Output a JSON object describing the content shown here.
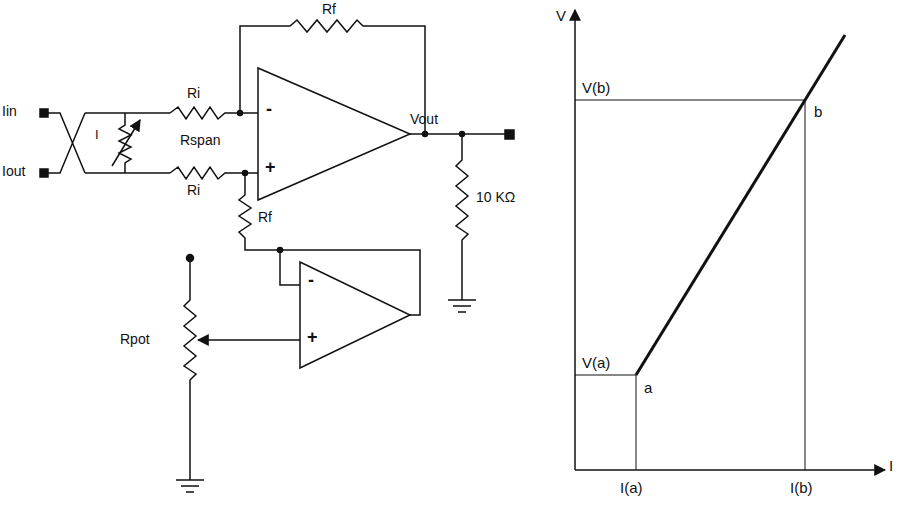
{
  "diagram": {
    "labels": [
      "Rf",
      "Iin",
      "Ri",
      "I",
      "Rspan",
      "Iout",
      "Ri",
      "-",
      "+",
      "Vout",
      "Rf",
      "10 KΩ",
      "Rpot",
      "-",
      "+",
      "V",
      "V(b)",
      "b",
      "V(a)",
      "a",
      "I(a)",
      "I(b)",
      "I"
    ]
  }
}
